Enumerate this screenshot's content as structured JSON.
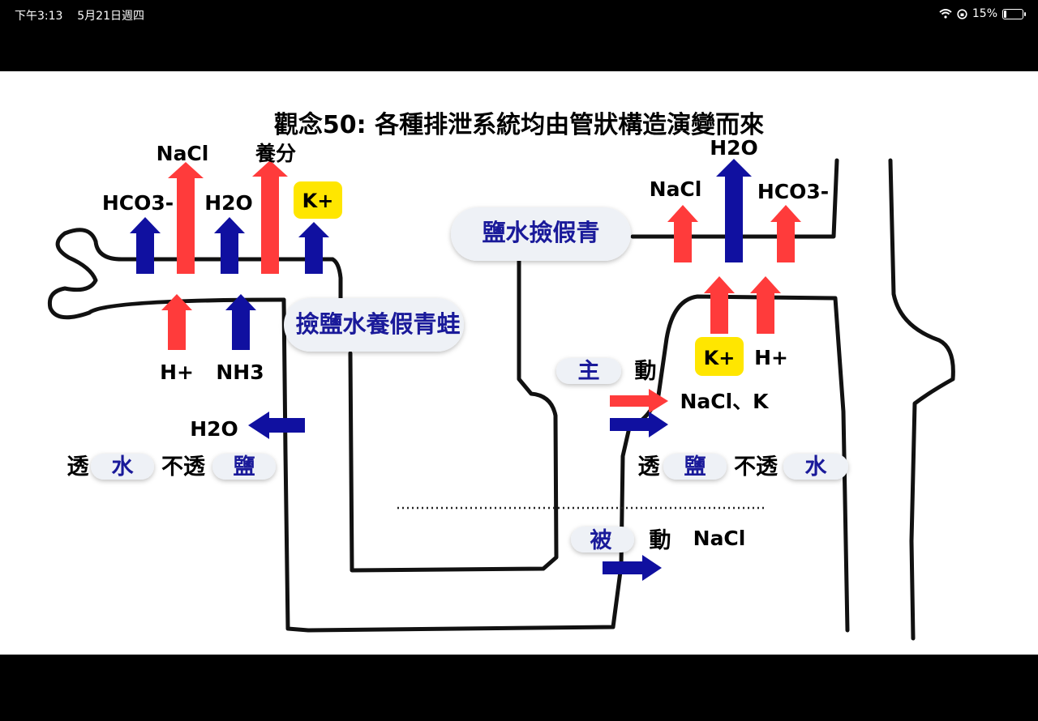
{
  "status_bar": {
    "time": "下午3:13",
    "date": "5月21日週四",
    "battery": "15%"
  },
  "slide": {
    "title": "觀念50: 各種排泄系統均由管狀構造演變而來",
    "frog": {
      "bubble": "撿鹽水養假青蛙",
      "out_labels": [
        "HCO3-",
        "NaCl",
        "H2O",
        "養分",
        "K+"
      ],
      "in_labels": [
        "H+",
        "NH3"
      ],
      "h2o_out": "H2O",
      "perm": {
        "a": "透",
        "b": "水",
        "c": "不透",
        "d": "鹽"
      }
    },
    "right": {
      "bubble": "鹽水撿假青",
      "top_labels": [
        "NaCl",
        "H2O",
        "HCO3-"
      ],
      "k": "K+",
      "h": "H+",
      "active": {
        "a": "主",
        "b": "動"
      },
      "active_ions": "NaCl、K",
      "perm": {
        "a": "透",
        "b": "鹽",
        "c": "不透",
        "d": "水"
      },
      "passive": {
        "a": "被",
        "b": "動",
        "c": "NaCl"
      }
    }
  },
  "colors": {
    "red": "#ff3b3b",
    "blue": "#1010a0",
    "bubble_text": "#1a1a9a",
    "k_badge": "#ffe600"
  }
}
